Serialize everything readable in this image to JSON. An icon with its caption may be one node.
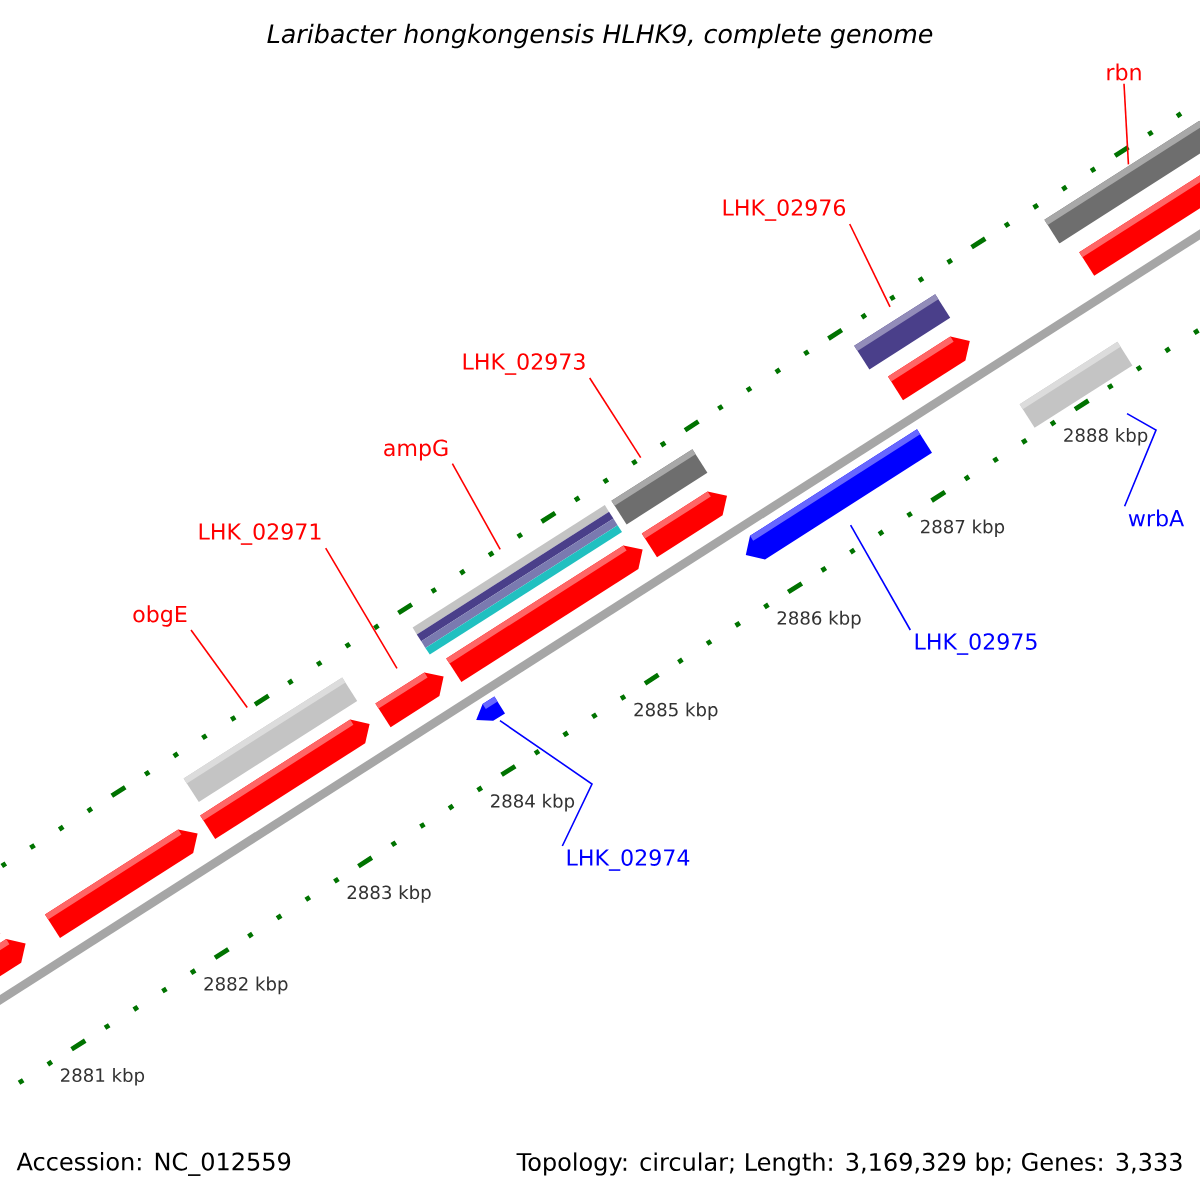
{
  "diagram": {
    "title": "Laribacter hongkongensis HLHK9, complete genome",
    "nodes": [
      {
        "text": [
          "obgE"
        ]
      },
      {
        "text": [
          "LHK_02971"
        ]
      },
      {
        "text": [
          "ampG"
        ]
      },
      {
        "text": [
          "LHK_02973"
        ]
      },
      {
        "text": [
          "LHK_02976"
        ]
      },
      {
        "text": [
          "rbn"
        ]
      },
      {
        "text": [
          "wrbA"
        ]
      },
      {
        "text": [
          "LHK_02975"
        ]
      },
      {
        "text": [
          "LHK_02974"
        ]
      },
      {
        "text": [],
        "shape": "bar"
      },
      {
        "text": [],
        "shape": "bar"
      },
      {
        "text": [],
        "shape": "bar"
      },
      {
        "text": [],
        "shape": "bar"
      },
      {
        "text": [],
        "shape": "bar"
      },
      {
        "text": [],
        "shape": "bar"
      },
      {
        "text": [],
        "shape": "bar"
      },
      {
        "text": [],
        "shape": "bar"
      },
      {
        "text": [],
        "shape": "bar"
      }
    ],
    "edges": [
      {
        "from": 0,
        "to": 9,
        "arrow": "none"
      },
      {
        "from": 1,
        "to": 10,
        "arrow": "none"
      },
      {
        "from": 2,
        "to": 11,
        "arrow": "none"
      },
      {
        "from": 3,
        "to": 12,
        "arrow": "none"
      },
      {
        "from": 4,
        "to": 13,
        "arrow": "none"
      },
      {
        "from": 5,
        "to": 14,
        "arrow": "none"
      },
      {
        "from": 6,
        "to": 15,
        "arrow": "none",
        "color": "#0000ff"
      },
      {
        "from": 7,
        "to": 16,
        "arrow": "none",
        "color": "#0000ff"
      },
      {
        "from": 8,
        "to": 17,
        "arrow": "none",
        "color": "#0000ff"
      }
    ],
    "labels": [
      "2888 kbp",
      "2887 kbp",
      "2886 kbp",
      "2885 kbp",
      "2884 kbp",
      "2883 kbp",
      "2882 kbp",
      "2881 kbp",
      "Accession: NC_012559",
      "Topology: circular; Length: 3,169,329 bp; Genes: 3,333"
    ]
  }
}
